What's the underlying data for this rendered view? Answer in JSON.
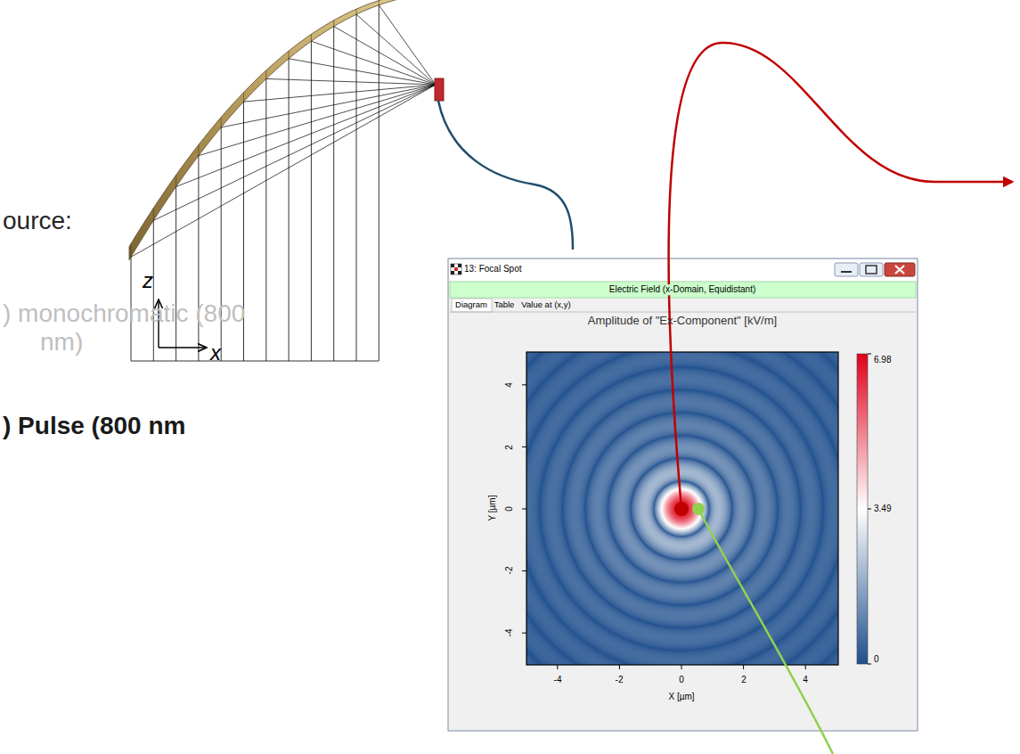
{
  "diagram": {
    "nodes": [
      {
        "text": [
          "13: Focal Spot",
          "Electric Field (x-Domain, Equidistant)"
        ]
      }
    ],
    "labels": [
      "z",
      "x",
      "ource:",
      ") monochromatic (800 nm)",
      ") Pulse (800 nm",
      "Diagram",
      "Table",
      "Value at (x,y)",
      "Amplitude of \"Ex-Component\"  [kV/m]",
      "4",
      "2",
      "0",
      "-2",
      "-4",
      "-4",
      "-2",
      "0",
      "2",
      "4",
      "Y [µm]",
      "X [µm]",
      "6.98",
      "3.49",
      "0"
    ]
  }
}
